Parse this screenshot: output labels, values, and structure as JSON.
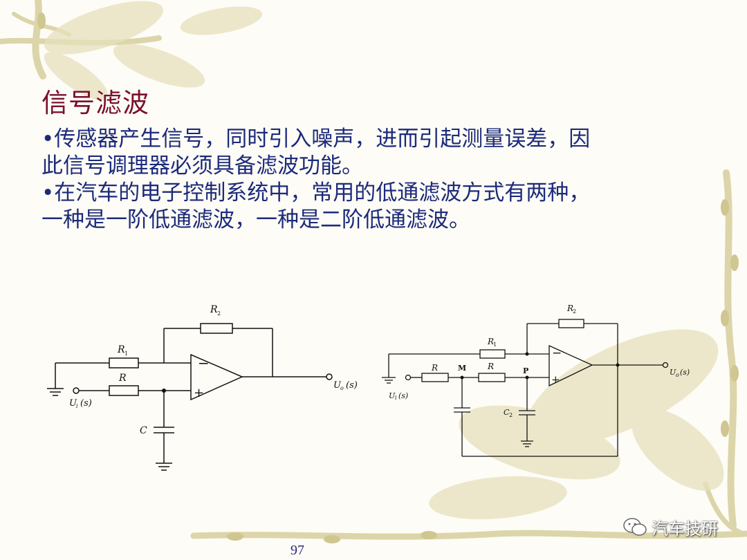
{
  "slide": {
    "title": "信号滤波",
    "bullets": [
      {
        "bullet": "•",
        "line1": "传感器产生信号，同时引入噪声，进而引起测量误差，因",
        "line2": "此信号调理器必须具备滤波功能。"
      },
      {
        "bullet": "•",
        "line1": "在汽车的电子控制系统中，常用的低通滤波方式有两种，",
        "line2": "一种是一阶低通滤波，一种是二阶低通滤波。"
      }
    ],
    "page_number": "97",
    "watermark": "汽车技研"
  },
  "circuit1": {
    "r2": "R",
    "r2_sub": "2",
    "r1": "R",
    "r1_sub": "1",
    "r": "R",
    "c": "C",
    "minus": "−",
    "plus": "+",
    "ui": "U",
    "ui_sub": "i",
    "ui_arg": "(s)",
    "uo": "U",
    "uo_sub": "o",
    "uo_arg": "(s)"
  },
  "circuit2": {
    "r2": "R",
    "r2_sub": "2",
    "r1": "R",
    "r1_sub": "1",
    "r_left": "R",
    "m": "M",
    "r_right": "R",
    "p": "P",
    "c2": "C",
    "c2_sub": "2",
    "minus": "−",
    "plus": "+",
    "ui": "U",
    "ui_sub": "i",
    "ui_arg": "(s)",
    "uo": "U",
    "uo_sub": "o",
    "uo_arg": "(s)"
  },
  "colors": {
    "title": "#7a0f2e",
    "text": "#1c2a7a",
    "background": "#fdfcf6",
    "vine": "#d9d2a6"
  }
}
